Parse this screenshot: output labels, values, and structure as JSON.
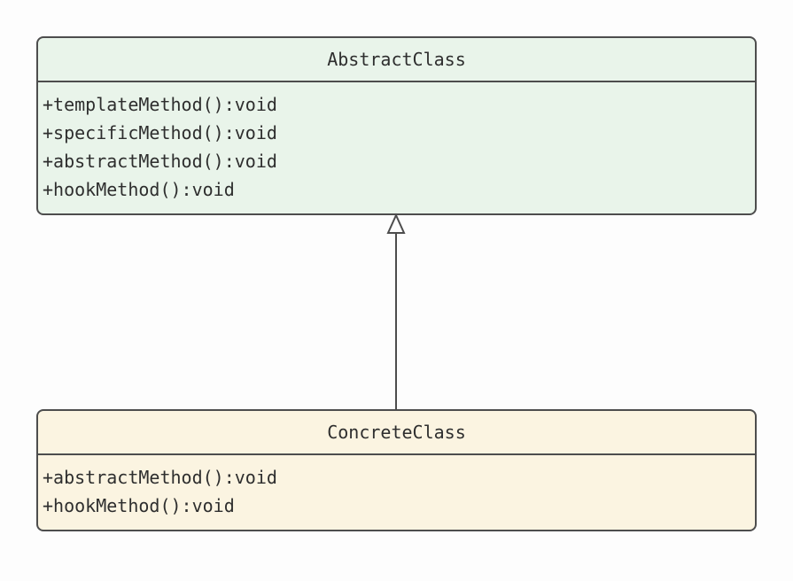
{
  "diagram": {
    "kind": "uml-class-diagram",
    "classes": [
      {
        "name": "AbstractClass",
        "methods": [
          "+templateMethod():void",
          "+specificMethod():void",
          "+abstractMethod():void",
          "+hookMethod():void"
        ],
        "fill": "#e9f4ea"
      },
      {
        "name": "ConcreteClass",
        "methods": [
          "+abstractMethod():void",
          "+hookMethod():void"
        ],
        "fill": "#fbf4e1"
      }
    ],
    "relations": [
      {
        "type": "inheritance",
        "from": "ConcreteClass",
        "to": "AbstractClass"
      }
    ],
    "colors": {
      "border": "#4d4d4d",
      "text": "#2e2e2e",
      "abstract_fill": "#e9f4ea",
      "concrete_fill": "#fbf4e1",
      "background": "#fdfdfd"
    }
  }
}
